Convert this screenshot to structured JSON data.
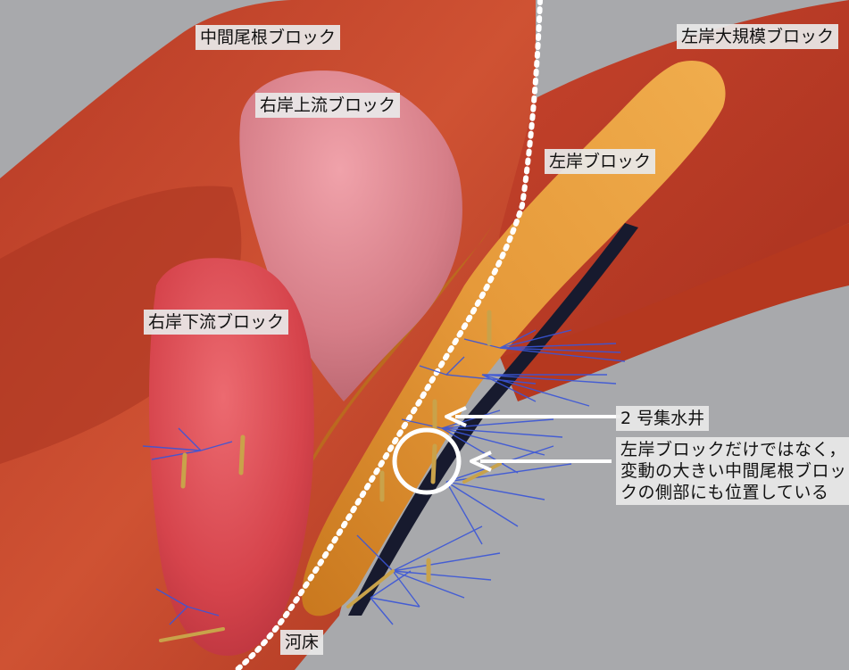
{
  "labels": {
    "chuukan_one": "中間尾根ブロック",
    "sagan_daikibo": "左岸大規模ブロック",
    "ugan_jouryuu": "右岸上流ブロック",
    "sagan": "左岸ブロック",
    "ugan_karyuu": "右岸下流ブロック",
    "well_no2": "2 号集水井",
    "note": "左岸ブロックだけではなく，変動の大きい中間尾根ブロックの側部にも位置している",
    "riverbed": "河床"
  },
  "colors": {
    "background": "#a7a9ac",
    "ridge_block": "#c2442a",
    "upstream_block": "#dd8590",
    "downstream_block": "#d2444c",
    "left_bank_block": "#df9533",
    "drain_lines": "#3a55d8",
    "well_pipe": "#c9a24a",
    "arrow": "#ffffff"
  }
}
